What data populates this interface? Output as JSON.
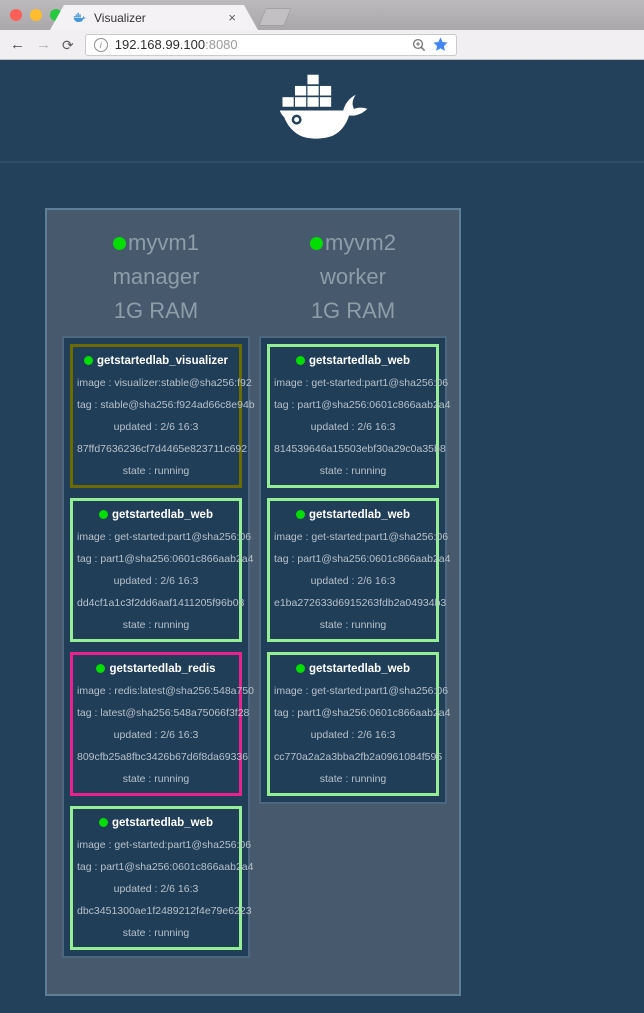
{
  "browser": {
    "tab": {
      "title": "Visualizer",
      "close_glyph": "×"
    },
    "traffic_lights": {
      "red": "#ff5f57",
      "yellow": "#febc2e",
      "green": "#28c840"
    },
    "nav": {
      "back_glyph": "←",
      "forward_glyph": "→",
      "refresh_glyph": "⟳"
    },
    "address": {
      "info_glyph": "i",
      "host": "192.168.99.100",
      "port": ":8080"
    },
    "bookmark_star_color": "#4285f4"
  },
  "header": {
    "logo": "docker-whale-logo"
  },
  "colors": {
    "page_bg": "#23415a",
    "panel_bg": "#47596c",
    "panel_border": "#5d7f97",
    "node_bg": "#213e58",
    "node_border": "#4c677e",
    "status_green": "#00dd00",
    "border_visualizer": "#6b6b00",
    "border_web": "#94ef94",
    "border_redis": "#e9218e"
  },
  "nodes": [
    {
      "name": "myvm1",
      "role": "manager",
      "ram": "1G RAM",
      "tasks": [
        {
          "name": "getstartedlab_visualizer",
          "color": "#6b6b00",
          "image": "image : visualizer:stable@sha256:f92",
          "tag": "tag : stable@sha256:f924ad66c8e94b",
          "updated": "updated : 2/6 16:3",
          "id": "87ffd7636236cf7d4465e823711c692",
          "state": "state : running"
        },
        {
          "name": "getstartedlab_web",
          "color": "#94ef94",
          "image": "image : get-started:part1@sha256:06",
          "tag": "tag : part1@sha256:0601c866aab2a4",
          "updated": "updated : 2/6 16:3",
          "id": "dd4cf1a1c3f2dd6aaf1411205f96b03",
          "state": "state : running"
        },
        {
          "name": "getstartedlab_redis",
          "color": "#e9218e",
          "image": "image : redis:latest@sha256:548a750",
          "tag": "tag : latest@sha256:548a75066f3f28",
          "updated": "updated : 2/6 16:3",
          "id": "809cfb25a8fbc3426b67d6f8da69336",
          "state": "state : running"
        },
        {
          "name": "getstartedlab_web",
          "color": "#94ef94",
          "image": "image : get-started:part1@sha256:06",
          "tag": "tag : part1@sha256:0601c866aab2a4",
          "updated": "updated : 2/6 16:3",
          "id": "dbc3451300ae1f2489212f4e79e6223",
          "state": "state : running"
        }
      ]
    },
    {
      "name": "myvm2",
      "role": "worker",
      "ram": "1G RAM",
      "tasks": [
        {
          "name": "getstartedlab_web",
          "color": "#94ef94",
          "image": "image : get-started:part1@sha256:06",
          "tag": "tag : part1@sha256:0601c866aab2a4",
          "updated": "updated : 2/6 16:3",
          "id": "814539646a15503ebf30a29c0a35b8",
          "state": "state : running"
        },
        {
          "name": "getstartedlab_web",
          "color": "#94ef94",
          "image": "image : get-started:part1@sha256:06",
          "tag": "tag : part1@sha256:0601c866aab2a4",
          "updated": "updated : 2/6 16:3",
          "id": "e1ba272633d6915263fdb2a04934b3",
          "state": "state : running"
        },
        {
          "name": "getstartedlab_web",
          "color": "#94ef94",
          "image": "image : get-started:part1@sha256:06",
          "tag": "tag : part1@sha256:0601c866aab2a4",
          "updated": "updated : 2/6 16:3",
          "id": "cc770a2a2a3bba2fb2a0961084f595",
          "state": "state : running"
        }
      ]
    }
  ]
}
